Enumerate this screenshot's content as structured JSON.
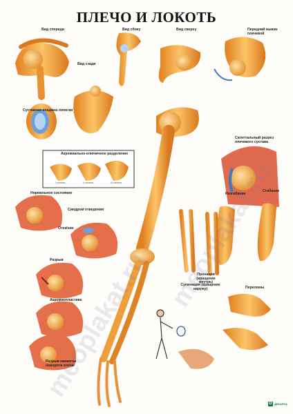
{
  "title": "ПЛЕЧО И ЛОКОТЬ",
  "watermark": "meoplakat.ru",
  "labels": {
    "front_view": "Вид спереди",
    "side_view": "Вид сбоку",
    "top_view": "Вид сверху",
    "front_capsule": "Передний вывих плечевой",
    "back_view": "Вид сзади",
    "glenoid": "Суставная впадина лопатки",
    "sagittal": "Сагиттальный разрез плечевого сустава",
    "acromio": "Акромиально-ключичное разделение",
    "acromio_1": "I степень",
    "acromio_2": "II степень",
    "acromio_3": "III степень",
    "normal": "Нормальное состояние",
    "impingement": "Синдром отведения",
    "edema": "Отек/ние",
    "tear": "Разрыв",
    "acromioplasty": "Акромиопластика",
    "rotator_tear": "Разрыв манжеты поворота плеча",
    "extension": "Разгибание",
    "flexion": "Сгибание",
    "pronation": "Пронация (вращение внутрь)",
    "supination": "Супинация (вращение наружу)",
    "fractures": "Переломы"
  },
  "brand": "ДЕКАРКА",
  "colors": {
    "bone": "#f1a93e",
    "bone_dark": "#c9731b",
    "muscle": "#d9534a",
    "cartilage": "#a9c9ee"
  }
}
